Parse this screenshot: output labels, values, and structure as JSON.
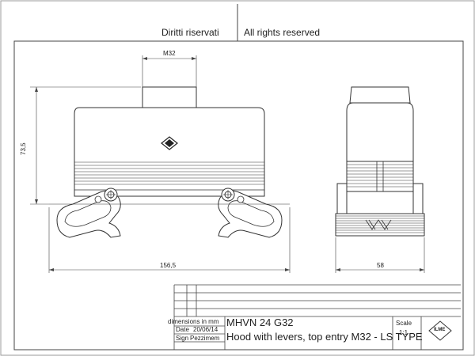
{
  "header": {
    "rights_it": "Diritti riservati",
    "rights_en": "All rights reserved"
  },
  "dimensions": {
    "thread": "M32",
    "height": "73,5",
    "width": "156,5",
    "depth": "58"
  },
  "title_block": {
    "dimensions_label": "dimensions in mm",
    "date_label": "Date",
    "date_value": "20/06/14",
    "sign_label": "Sign",
    "pieces_label": "Pezzimem",
    "code": "MHVN 24 G32",
    "description": "Hood with levers, top entry M32 - LS TYPE",
    "scale_label": "Scale",
    "scale_value": "1:1",
    "logo_text": "ILME"
  },
  "colors": {
    "line": "#333333",
    "body_fill": "#ffffff"
  }
}
